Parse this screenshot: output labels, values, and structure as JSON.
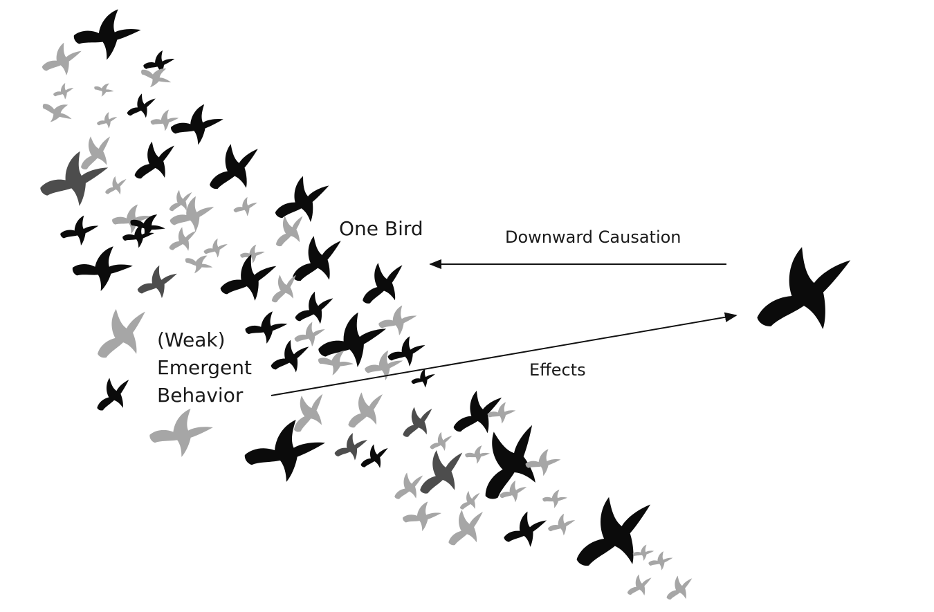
{
  "labels": {
    "one_bird": "One Bird",
    "downward_causation": "Downward Causation",
    "effects": "Effects",
    "emergent_lines": [
      "(Weak)",
      "Emergent",
      "Behavior"
    ]
  },
  "colors": {
    "black": "#0b0b0b",
    "dark_gray": "#4d4d4d",
    "light_gray": "#a6a6a6",
    "arrow": "#111111"
  },
  "icons": {
    "bird": "bird-silhouette-icon"
  }
}
